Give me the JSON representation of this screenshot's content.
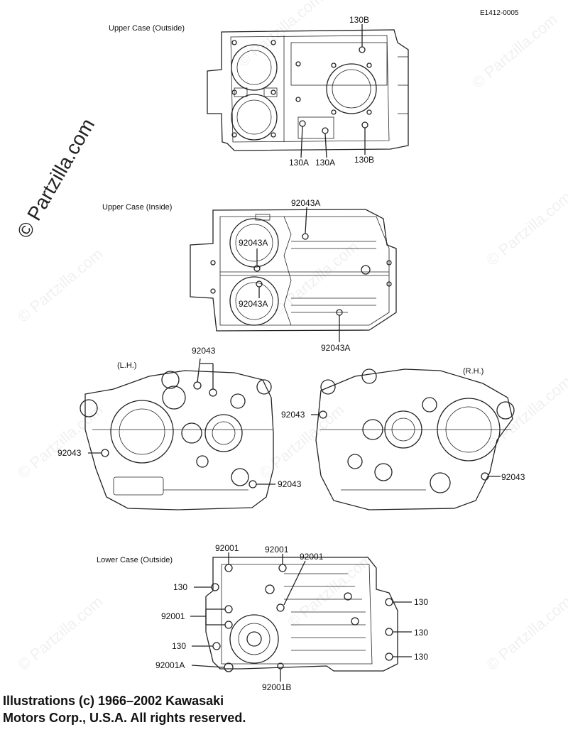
{
  "diagram_code": "E1412-0005",
  "watermark": "© Partzilla.com",
  "sections": {
    "upper_outside": {
      "title": "Upper Case (Outside)"
    },
    "upper_inside": {
      "title": "Upper Case (Inside)"
    },
    "left_hand": {
      "title": "(L.H.)"
    },
    "right_hand": {
      "title": "(R.H.)"
    },
    "lower_outside": {
      "title": "Lower Case (Outside)"
    }
  },
  "labels": {
    "uo_130b_top": "130B",
    "uo_130a_1": "130A",
    "uo_130a_2": "130A",
    "uo_130b_bottom": "130B",
    "ui_92043a_top": "92043A",
    "ui_92043a_upper": "92043A",
    "ui_92043a_lower": "92043A",
    "ui_92043a_bottom": "92043A",
    "lh_92043_top": "92043",
    "lh_92043_left": "92043",
    "lh_92043_bottom": "92043",
    "rh_92043_left": "92043",
    "rh_92043_right": "92043",
    "lo_92001_1": "92001",
    "lo_92001_2": "92001",
    "lo_92001_3": "92001",
    "lo_130_left_top": "130",
    "lo_92001_left": "92001",
    "lo_130_left_bottom": "130",
    "lo_92001a": "92001A",
    "lo_92001b": "92001B",
    "lo_130_right_1": "130",
    "lo_130_right_2": "130",
    "lo_130_right_3": "130"
  },
  "copyright": {
    "line1": "Illustrations (c) 1966–2002 Kawasaki",
    "line2": "Motors Corp., U.S.A.  All rights reserved."
  }
}
